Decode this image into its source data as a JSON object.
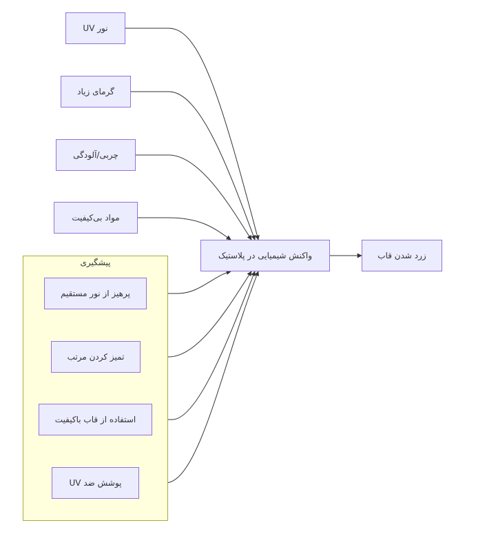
{
  "diagram": {
    "causes": [
      {
        "id": "uv_light",
        "label": "نور UV"
      },
      {
        "id": "high_heat",
        "label": "گرمای زیاد"
      },
      {
        "id": "grease",
        "label": "چربی/آلودگی"
      },
      {
        "id": "low_quality",
        "label": "مواد بی‌کیفیت"
      }
    ],
    "process": {
      "id": "reaction",
      "label": "واکنش شیمیایی در پلاستیک"
    },
    "result": {
      "id": "yellowing",
      "label": "زرد شدن قاب"
    },
    "prevention": {
      "title": "پیشگیری",
      "items": [
        {
          "id": "avoid_light",
          "label": "پرهیز از نور مستقیم"
        },
        {
          "id": "clean",
          "label": "تمیز کردن مرتب"
        },
        {
          "id": "quality_case",
          "label": "استفاده از قاب باکیفیت"
        },
        {
          "id": "uv_coating",
          "label": "پوشش ضد UV"
        }
      ]
    },
    "edges": [
      {
        "from": "uv_light",
        "to": "reaction"
      },
      {
        "from": "high_heat",
        "to": "reaction"
      },
      {
        "from": "grease",
        "to": "reaction"
      },
      {
        "from": "low_quality",
        "to": "reaction"
      },
      {
        "from": "avoid_light",
        "to": "reaction"
      },
      {
        "from": "clean",
        "to": "reaction"
      },
      {
        "from": "quality_case",
        "to": "reaction"
      },
      {
        "from": "uv_coating",
        "to": "reaction"
      },
      {
        "from": "reaction",
        "to": "yellowing"
      }
    ],
    "colors": {
      "node_fill": "#ececff",
      "node_border": "#9370db",
      "cluster_fill": "#ffffde",
      "cluster_border": "#aaaa33",
      "edge": "#333333",
      "text": "#333333"
    }
  }
}
